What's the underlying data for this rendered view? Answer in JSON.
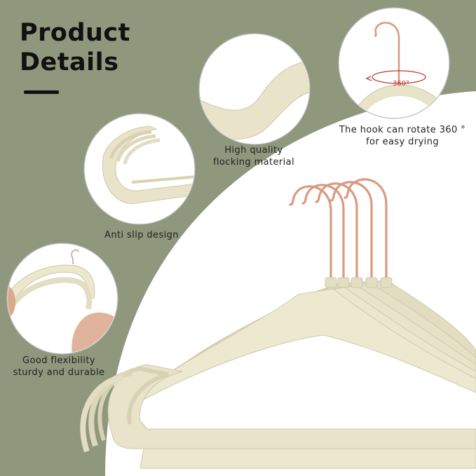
{
  "title": {
    "line1": "Product",
    "line2": "Details"
  },
  "features": {
    "flocking": {
      "line1": "High quality",
      "line2": "flocking material"
    },
    "hook": {
      "line1": "The hook can rotate 360 °",
      "line2": "for easy drying",
      "badge": "360°"
    },
    "anti_slip": {
      "label": "Anti slip design"
    },
    "flexibility": {
      "line1": "Good flexibility",
      "line2": "sturdy and durable"
    }
  },
  "colors": {
    "background": "#8f977d",
    "panel": "#ffffff",
    "hanger": "#e8e3c9",
    "hanger_shadow": "#cfc9a8",
    "hook": "#d99a80",
    "text": "#111111",
    "badge_arrow": "#c0392b"
  }
}
